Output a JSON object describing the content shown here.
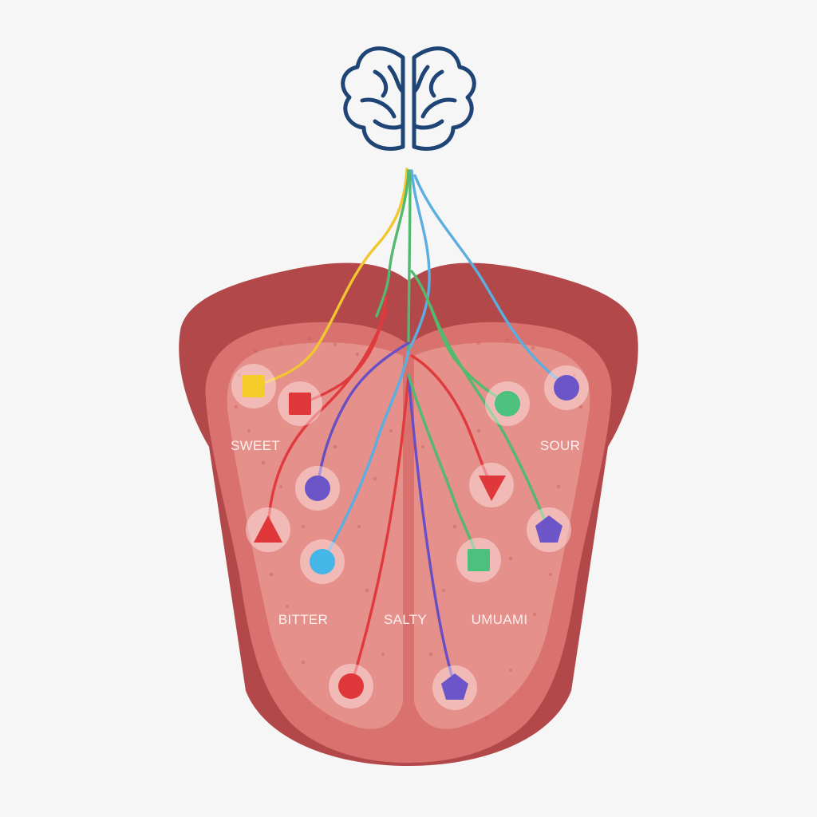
{
  "brain": {
    "icon": "brain-icon",
    "color": "#1f4577"
  },
  "labels": {
    "sweet": "SWEET",
    "sour": "SOUR",
    "bitter": "BITTER",
    "salty": "SALTY",
    "umami": "UMUAMI"
  },
  "colors": {
    "background": "#f6f6f6",
    "tongue_outer": "#b3484a",
    "tongue_body": "#d9726f",
    "tongue_inner": "#e79d97",
    "nerve_yellow": "#f1c62e",
    "nerve_red": "#e03a3c",
    "nerve_green": "#52b96f",
    "nerve_blue": "#5aaee0",
    "nerve_purple": "#6a4fc4"
  },
  "receptors": [
    {
      "name": "yellow-square-receptor",
      "shape": "square",
      "color": "#f4cd2a"
    },
    {
      "name": "red-square-receptor",
      "shape": "square",
      "color": "#e0373b"
    },
    {
      "name": "purple-circle-receptor",
      "shape": "circle",
      "color": "#6b55c8"
    },
    {
      "name": "red-triangle-receptor",
      "shape": "triangle",
      "color": "#e0373b"
    },
    {
      "name": "blue-circle-receptor",
      "shape": "circle",
      "color": "#45b6e8"
    },
    {
      "name": "red-circle-receptor",
      "shape": "circle",
      "color": "#e0373b"
    },
    {
      "name": "purple-pentagon-receptor",
      "shape": "pentagon",
      "color": "#6b55c8"
    },
    {
      "name": "green-square-receptor",
      "shape": "square",
      "color": "#4cc07d"
    },
    {
      "name": "red-down-triangle-receptor",
      "shape": "triangle-down",
      "color": "#e0373b"
    },
    {
      "name": "green-circle-receptor",
      "shape": "circle",
      "color": "#4cc07d"
    },
    {
      "name": "purple-circle-receptor-right",
      "shape": "circle",
      "color": "#6b55c8"
    },
    {
      "name": "purple-pentagon-receptor-right",
      "shape": "pentagon",
      "color": "#6b55c8"
    }
  ]
}
